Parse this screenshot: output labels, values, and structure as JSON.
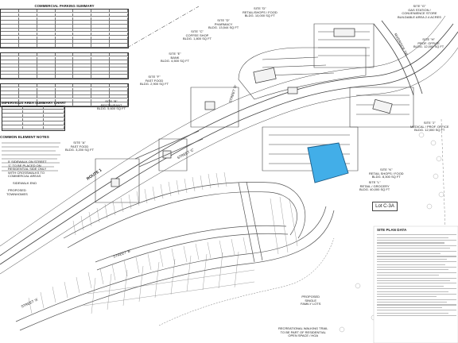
{
  "tables": {
    "parking_summary": {
      "title": "COMMERCIAL PARKING SUMMARY"
    },
    "impervious": {
      "title": "IMPERVIOUS AREA SUMMARY CHART"
    },
    "common_notes": {
      "title": "COMMON ELEMENT NOTES"
    },
    "site_plan_data": {
      "title": "SITE PLAN DATA"
    }
  },
  "labels": {
    "site_d": "SITE \"D\"\nRETAIL/SHOPS / FOOD\nBLDG. 10,000 SQ FT",
    "site_d2": "SITE \"D\"\nPHARMACY\nBLDG. 13,544 SQ FT",
    "site_c": "SITE \"C\"\nCOFFEE SHOP\nBLDG. 1,800 SQ FT",
    "site_e": "SITE \"E\"\nBANK\nBLDG. 4,500 SQ FT",
    "site_f": "SITE \"F\"\nFAST FOOD\nBLDG. 2,900 SQ FT",
    "site_b": "SITE \"B\"\nRESTAURANT\nBLDG. 5,600 SQ FT",
    "site_a": "SITE \"A\"\nFAST FOOD\nBLDG. 3,200 SQ FT",
    "site_g": "SITE \"G\"\nGAS STATION /\nCONVENIENCE STORE\nBUILDABLE AREA 2.4 ACRES",
    "site_h": "SITE \"H\"\nPROF. OFFICE\nBLDG. 12,000 SQ FT",
    "site_j": "SITE \"J\"\nMEDICAL / PROF. OFFICE\nBLDG. 12,000 SQ FT",
    "site_k": "SITE \"K\"\nRETAIL SHOPS / FOOD\nBLDG. 8,300 SQ FT",
    "site_l": "SITE \"L\"\nRETAIL / GROCERY\nBLDG. 40,000 SQ FT",
    "lot": "Lot C-3A",
    "sidewalk_note": "5' SIDEWALK ON STREET\n'C' TO BE PLACED ON\nRESIDENTIAL SIDE ONLY\nWITH CROSSWALKS TO\nCOMMERCIAL AREAS",
    "sidewalk_end": "SIDEWALK END",
    "townhomes": "PROPOSED\nTOWNHOMES",
    "single_family": "PROPOSED\nSINGLE\nFAMILY LOTS",
    "trail": "RECREATIONAL WALKING TRAIL\nTO BE PART OF RESIDENTIAL\nOPEN SPACE / HOA",
    "route": "ROUTE 1",
    "street_a": "STREET 'A'",
    "street_b": "STREET 'B'",
    "street_c": "STREET 'C'",
    "street_d": "STREET 'D'",
    "riverside": "RIVERSIDE DR"
  },
  "colors": {
    "grocery": "#42aee8",
    "line": "#333333",
    "road": "#555555"
  }
}
